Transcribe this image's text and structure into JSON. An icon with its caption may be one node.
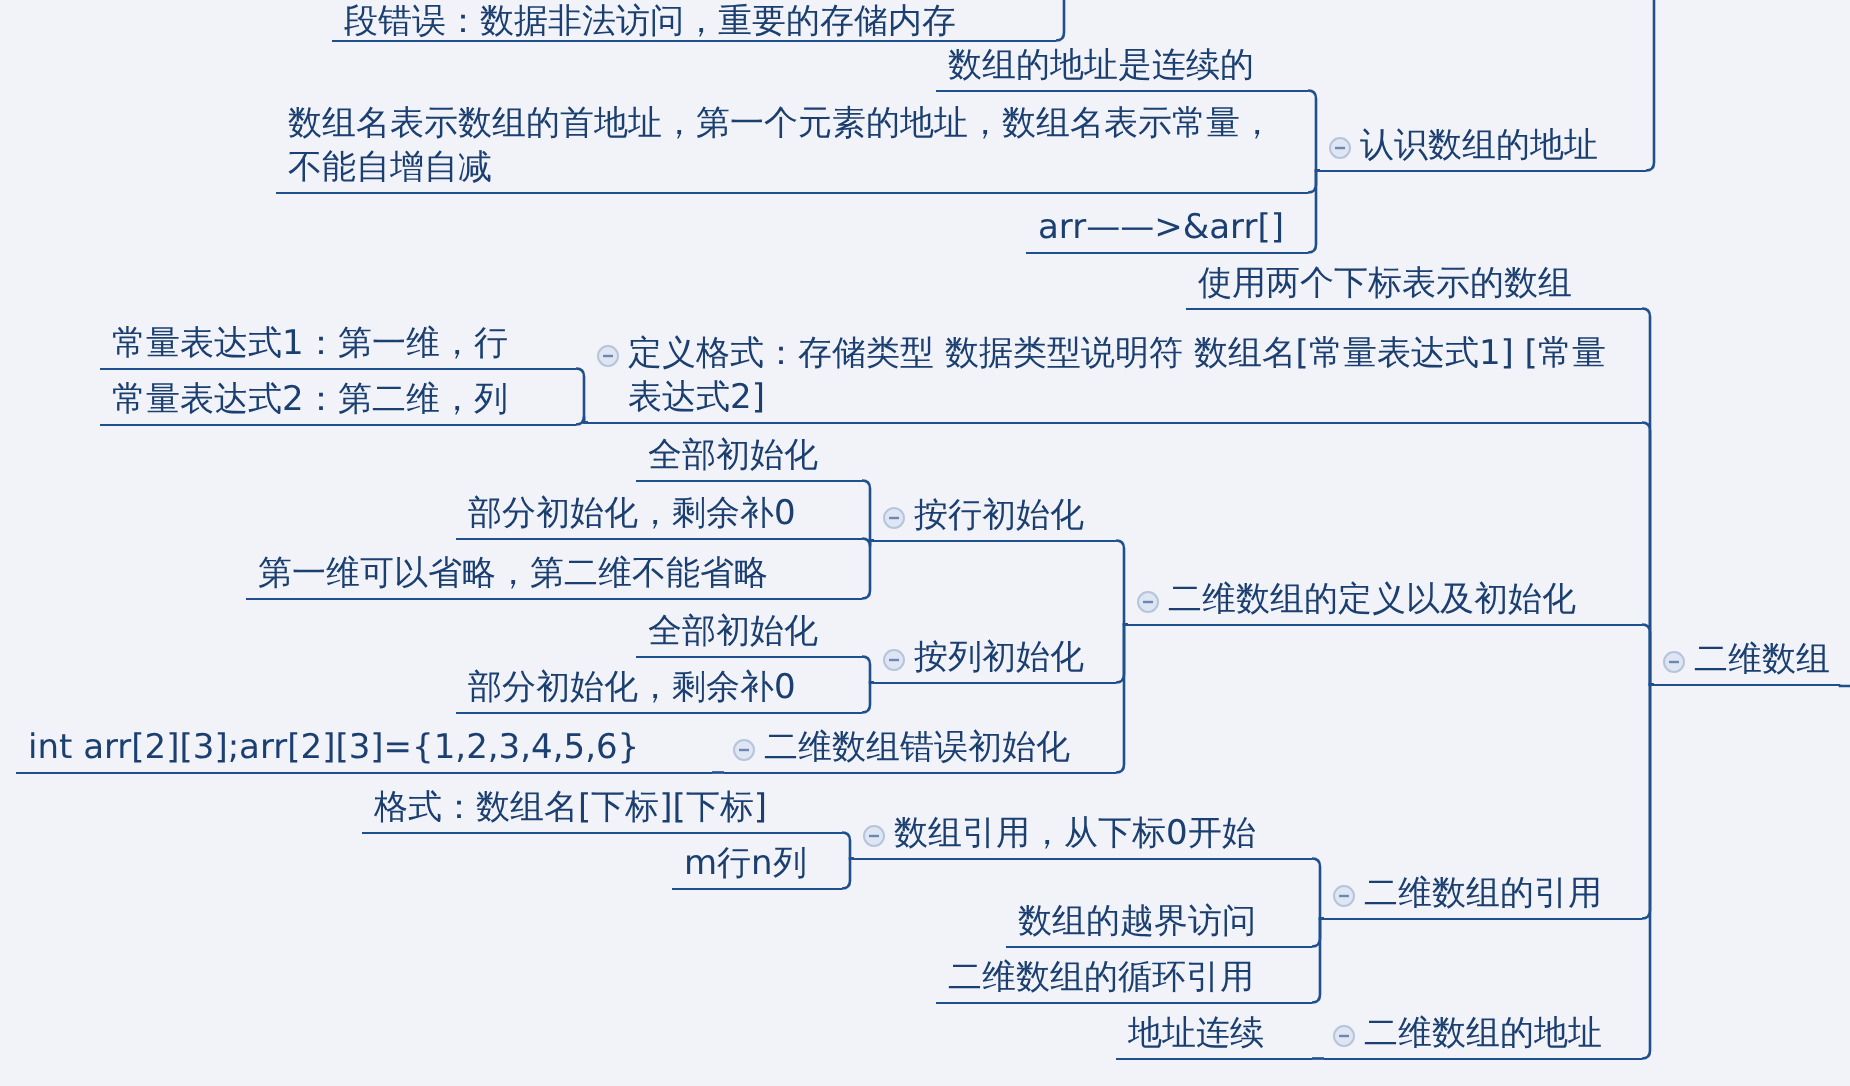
{
  "diagram": {
    "nodes": [
      {
        "text": [
          "段错误：数据非法访问，重要的存储内存"
        ]
      },
      {
        "text": [
          "数组的地址是连续的"
        ]
      },
      {
        "text": [
          "数组名表示数组的首地址，第一个元素的地址，数组名表示常量，不能自增自减"
        ]
      },
      {
        "text": [
          "认识数组的地址"
        ]
      },
      {
        "text": [
          "arr——>&arr[]"
        ]
      },
      {
        "text": [
          "使用两个下标表示的数组"
        ]
      },
      {
        "text": [
          "常量表达式1：第一维，行"
        ]
      },
      {
        "text": [
          "定义格式：存储类型 数据类型说明符 数组名[常量表达式1] [常量表达式2]"
        ]
      },
      {
        "text": [
          "常量表达式2：第二维，列"
        ]
      },
      {
        "text": [
          "全部初始化"
        ]
      },
      {
        "text": [
          "部分初始化，剩余补0"
        ]
      },
      {
        "text": [
          "按行初始化"
        ]
      },
      {
        "text": [
          "第一维可以省略，第二维不能省略"
        ]
      },
      {
        "text": [
          "二维数组的定义以及初始化"
        ]
      },
      {
        "text": [
          "二维数组"
        ]
      },
      {
        "text": [
          "全部初始化"
        ]
      },
      {
        "text": [
          "按列初始化"
        ]
      },
      {
        "text": [
          "部分初始化，剩余补0"
        ]
      },
      {
        "text": [
          "int arr[2][3];arr[2][3]={1,2,3,4,5,6}"
        ]
      },
      {
        "text": [
          "二维数组错误初始化"
        ]
      },
      {
        "text": [
          "格式：数组名[下标][下标]"
        ]
      },
      {
        "text": [
          "数组引用，从下标0开始"
        ]
      },
      {
        "text": [
          "m行n列"
        ]
      },
      {
        "text": [
          "二维数组的引用"
        ]
      },
      {
        "text": [
          "数组的越界访问"
        ]
      },
      {
        "text": [
          "二维数组的循环引用"
        ]
      },
      {
        "text": [
          "地址连续"
        ]
      },
      {
        "text": [
          "二维数组的地址"
        ]
      }
    ],
    "edges": [
      {
        "from": null,
        "to": 0,
        "arrow": "none"
      },
      {
        "from": null,
        "to": 3,
        "arrow": "none"
      },
      {
        "from": 3,
        "to": 1,
        "arrow": "none"
      },
      {
        "from": 3,
        "to": 2,
        "arrow": "none"
      },
      {
        "from": 3,
        "to": 4,
        "arrow": "none"
      },
      {
        "from": null,
        "to": 14,
        "arrow": "none"
      },
      {
        "from": 14,
        "to": 5,
        "arrow": "none"
      },
      {
        "from": 14,
        "to": 7,
        "arrow": "none"
      },
      {
        "from": 7,
        "to": 6,
        "arrow": "none"
      },
      {
        "from": 7,
        "to": 8,
        "arrow": "none"
      },
      {
        "from": 14,
        "to": 13,
        "arrow": "none"
      },
      {
        "from": 13,
        "to": 11,
        "arrow": "none"
      },
      {
        "from": 11,
        "to": 9,
        "arrow": "none"
      },
      {
        "from": 11,
        "to": 10,
        "arrow": "none"
      },
      {
        "from": 11,
        "to": 12,
        "arrow": "none"
      },
      {
        "from": 13,
        "to": 16,
        "arrow": "none"
      },
      {
        "from": 16,
        "to": 15,
        "arrow": "none"
      },
      {
        "from": 16,
        "to": 17,
        "arrow": "none"
      },
      {
        "from": 13,
        "to": 19,
        "arrow": "none"
      },
      {
        "from": 19,
        "to": 18,
        "arrow": "none"
      },
      {
        "from": 14,
        "to": 23,
        "arrow": "none"
      },
      {
        "from": 23,
        "to": 21,
        "arrow": "none"
      },
      {
        "from": 21,
        "to": 20,
        "arrow": "none"
      },
      {
        "from": 21,
        "to": 22,
        "arrow": "none"
      },
      {
        "from": 23,
        "to": 24,
        "arrow": "none"
      },
      {
        "from": 23,
        "to": 25,
        "arrow": "none"
      },
      {
        "from": 14,
        "to": 27,
        "arrow": "none"
      },
      {
        "from": 27,
        "to": 26,
        "arrow": "none"
      }
    ]
  }
}
